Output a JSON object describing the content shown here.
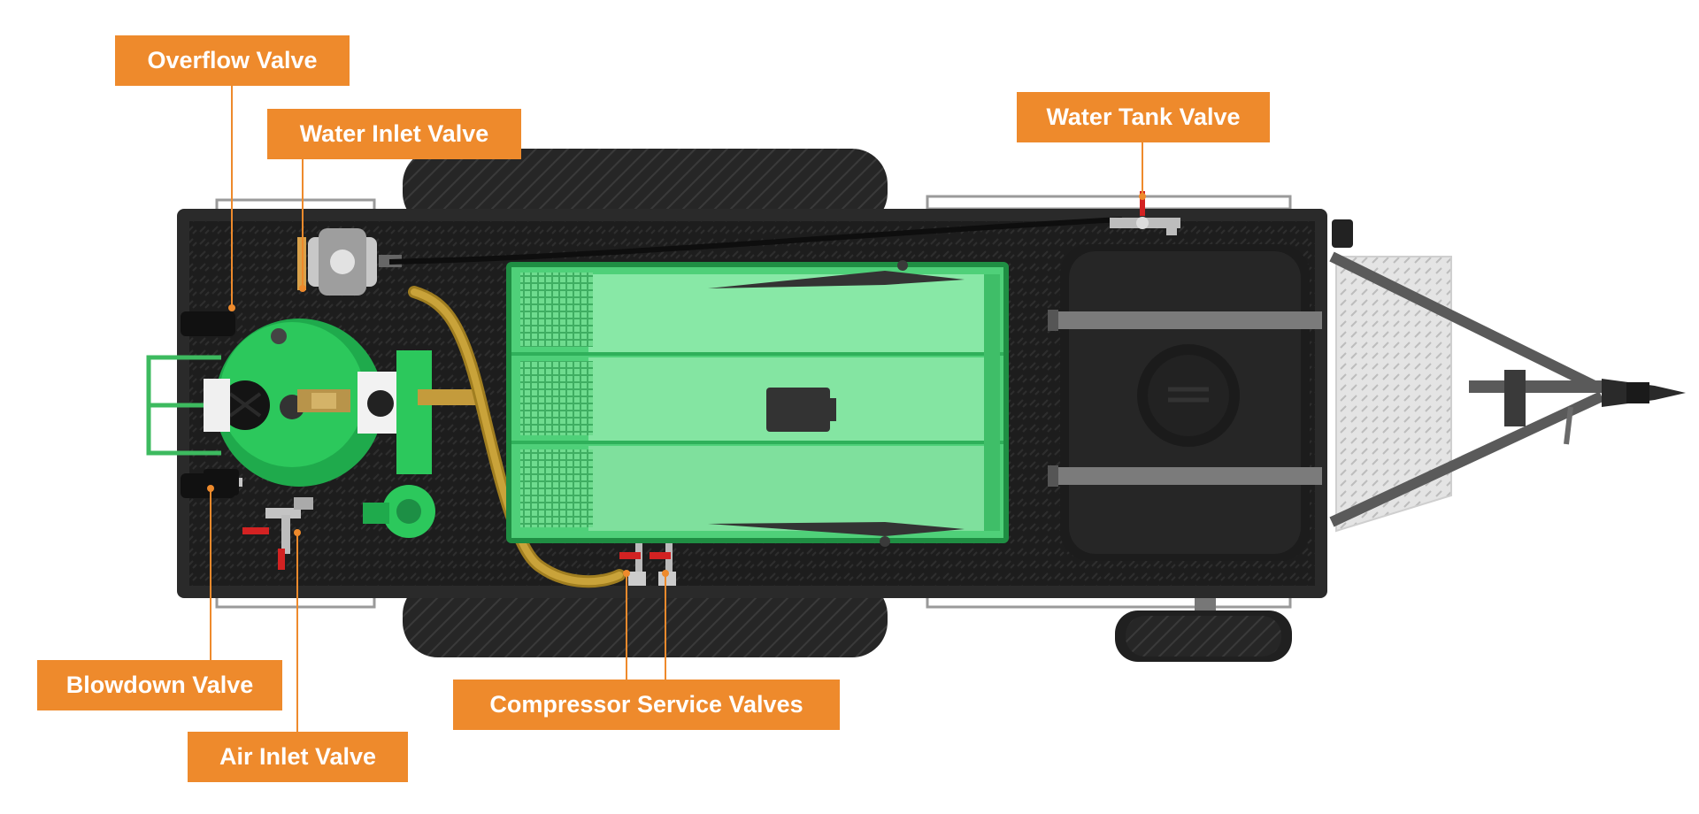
{
  "colors": {
    "accent": "#ee8a2c",
    "machine_green": "#4fd079",
    "deck": "#1b1b1b"
  },
  "labels": {
    "overflow_valve": "Overflow Valve",
    "water_inlet_valve": "Water Inlet Valve",
    "water_tank_valve": "Water Tank Valve",
    "blowdown_valve": "Blowdown Valve",
    "air_inlet_valve": "Air Inlet Valve",
    "compressor_service_valves": "Compressor Service Valves"
  }
}
